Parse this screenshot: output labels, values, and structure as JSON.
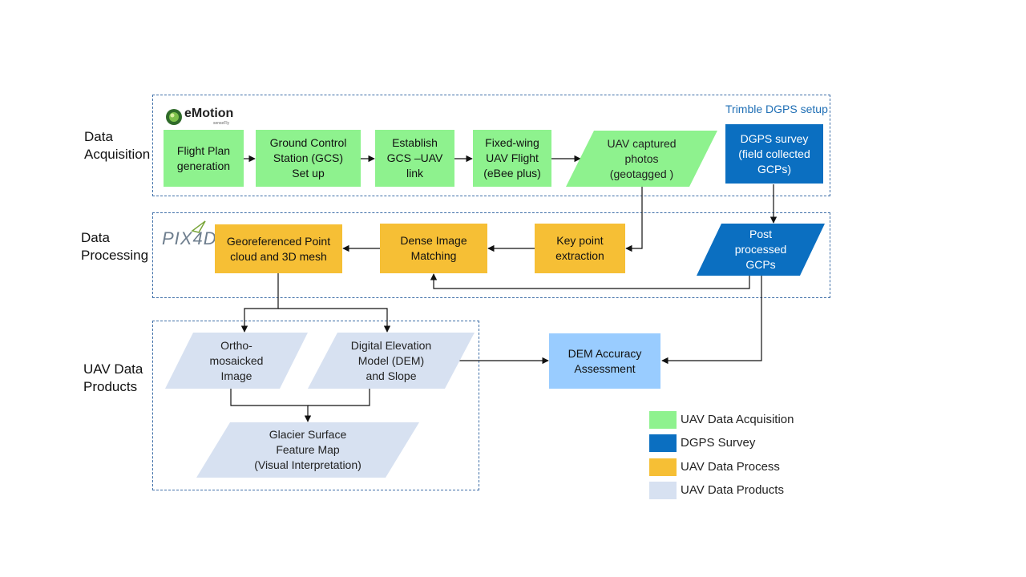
{
  "sections": {
    "acquisition": "Data\nAcquisition",
    "processing": "Data\nProcessing",
    "products": "UAV Data\nProducts"
  },
  "logos": {
    "emotion": "eMotion",
    "emotion_sub": "senseFly",
    "pix4d": "PIX4D"
  },
  "trimble_label": "Trimble DGPS setup",
  "nodes": {
    "flight_plan": "Flight Plan\ngeneration",
    "gcs_setup": "Ground Control\nStation (GCS)\nSet up",
    "gcs_link": "Establish\nGCS –UAV\nlink",
    "uav_flight": "Fixed-wing\nUAV Flight\n(eBee plus)",
    "uav_photos": "UAV captured\nphotos\n(geotagged )",
    "dgps_survey": "DGPS survey\n(field collected\nGCPs)",
    "post_gcps": "Post\nprocessed\nGCPs",
    "key_point": "Key point\nextraction",
    "dense_match": "Dense Image\nMatching",
    "point_cloud": "Georeferenced Point\ncloud and 3D mesh",
    "ortho": "Ortho-\nmosaicked\nImage",
    "dem": "Digital Elevation\nModel (DEM)\nand Slope",
    "dem_acc": "DEM Accuracy\nAssessment",
    "glacier_map": "Glacier Surface\nFeature Map\n(Visual Interpretation)"
  },
  "legend": [
    {
      "label": "UAV Data Acquisition",
      "color": "#8ef28e"
    },
    {
      "label": "DGPS Survey",
      "color": "#0b6fc1"
    },
    {
      "label": "UAV Data Process",
      "color": "#f6bf35"
    },
    {
      "label": "UAV Data Products",
      "color": "#d7e1f1"
    }
  ],
  "colors": {
    "acquisition": "#8ef28e",
    "dgps": "#0b6fc1",
    "process": "#f6bf35",
    "product": "#d7e1f1",
    "accuracy": "#99ccff",
    "border": "#3f6fa8"
  }
}
